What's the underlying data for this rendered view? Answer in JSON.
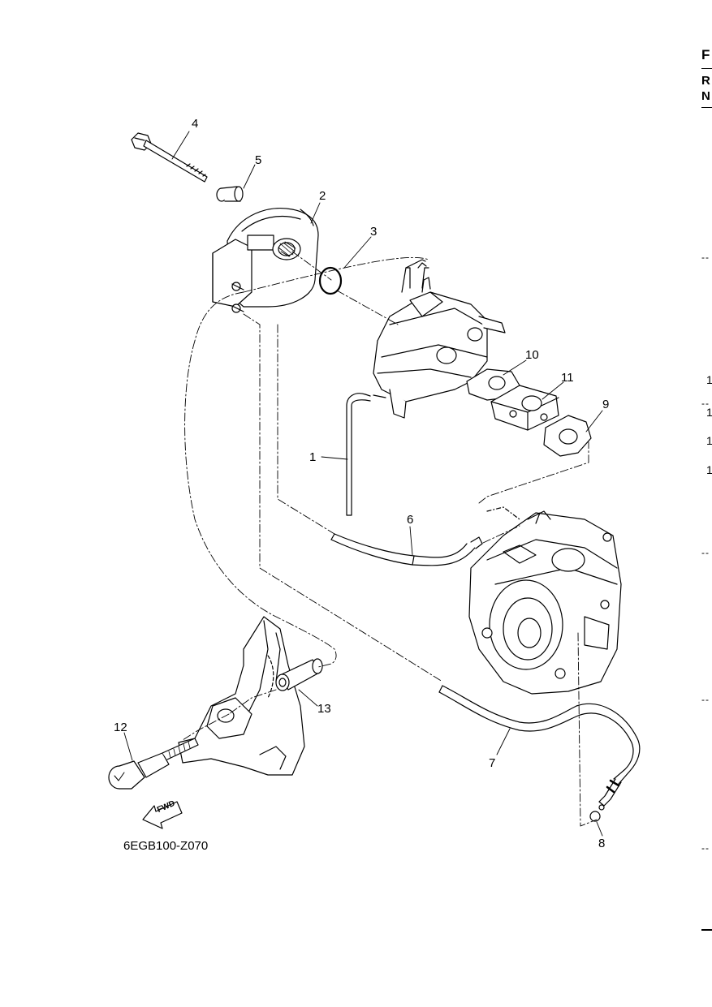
{
  "diagram": {
    "drawing_code": "6EGB100-Z070",
    "fwd_label": "FWD",
    "callouts": [
      {
        "id": "c1",
        "label": "1",
        "part": "fuel hose"
      },
      {
        "id": "c2",
        "label": "2",
        "part": "silencer"
      },
      {
        "id": "c3",
        "label": "3",
        "part": "o-ring"
      },
      {
        "id": "c4",
        "label": "4",
        "part": "bolt"
      },
      {
        "id": "c5",
        "label": "5",
        "part": "collar"
      },
      {
        "id": "c6",
        "label": "6",
        "part": "hose"
      },
      {
        "id": "c7",
        "label": "7",
        "part": "hose"
      },
      {
        "id": "c8",
        "label": "8",
        "part": "clip"
      },
      {
        "id": "c9",
        "label": "9",
        "part": "gasket"
      },
      {
        "id": "c10",
        "label": "10",
        "part": "gasket"
      },
      {
        "id": "c11",
        "label": "11",
        "part": "spacer"
      },
      {
        "id": "c12",
        "label": "12",
        "part": "choke knob"
      },
      {
        "id": "c13",
        "label": "13",
        "part": "grommet"
      }
    ]
  },
  "page_edge": {
    "header_letters": [
      "F",
      "R",
      "N"
    ],
    "row_numbers": [
      "1",
      "1",
      "1",
      "1"
    ]
  }
}
